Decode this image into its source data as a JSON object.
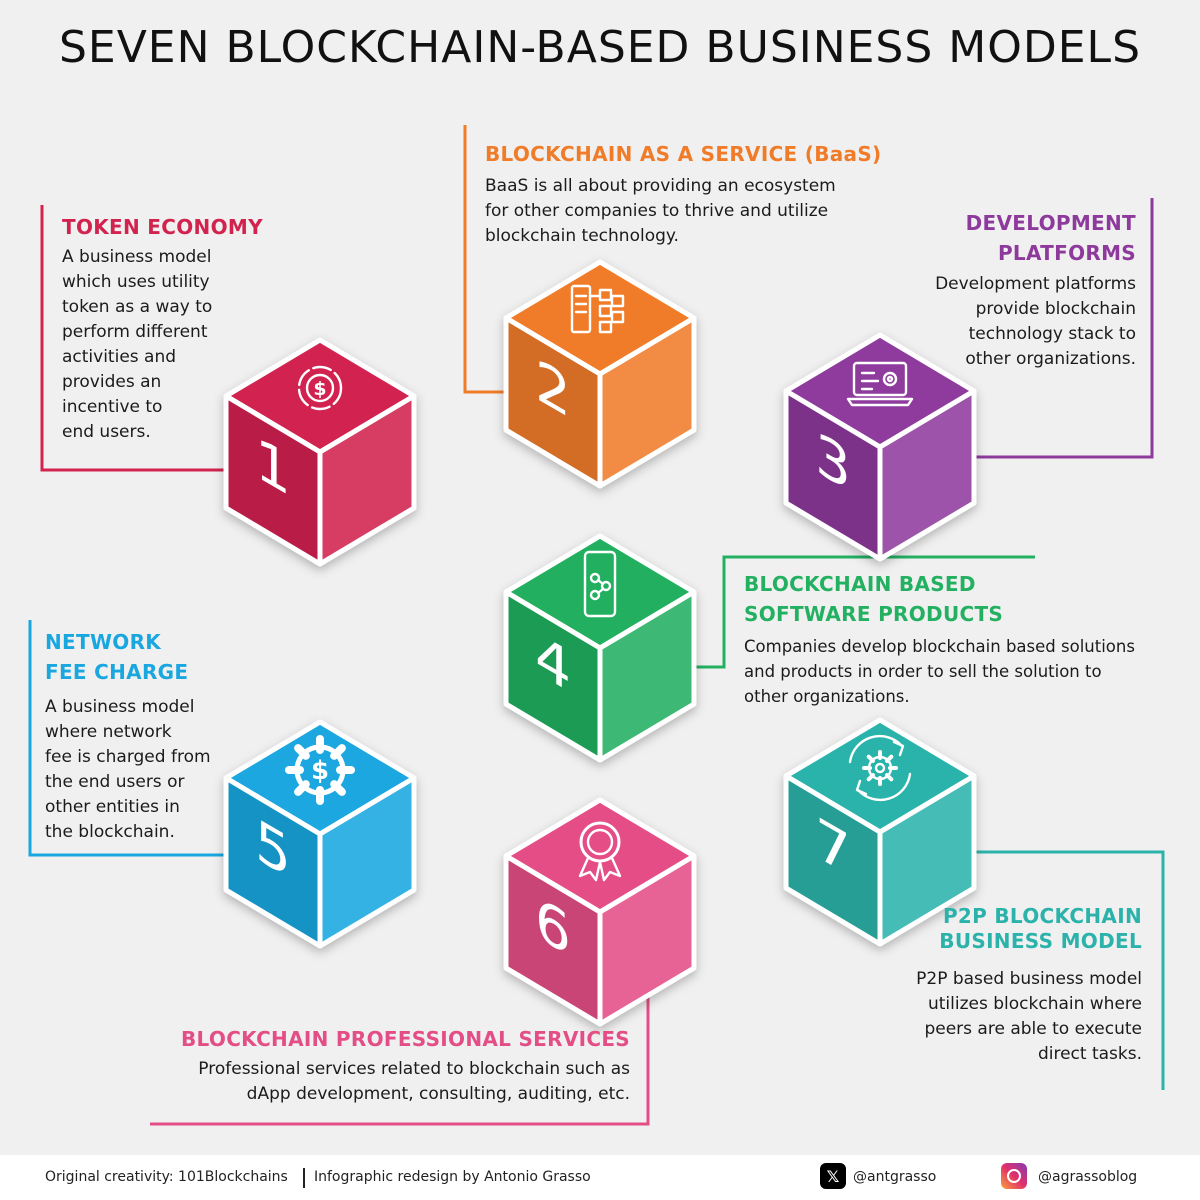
{
  "title": "SEVEN BLOCKCHAIN-BASED BUSINESS MODELS",
  "colors": {
    "token_economy": "#d2234f",
    "baas": "#f07c2a",
    "dev_platforms": "#8e3a9d",
    "software_products": "#23b061",
    "network_fee": "#1aa7e0",
    "professional_services": "#e44e86",
    "p2p": "#2bb3ab"
  },
  "models": [
    {
      "number": "1",
      "icon": "dollar-coin-icon",
      "label_lines": [
        "TOKEN ECONOMY"
      ],
      "desc_lines": [
        "A business model",
        "which uses utility",
        "token as a way to",
        "perform different",
        "activities and",
        "provides an",
        "incentive to",
        "end users."
      ]
    },
    {
      "number": "2",
      "icon": "server-blocks-icon",
      "label_lines": [
        "BLOCKCHAIN AS A SERVICE (BaaS)"
      ],
      "desc_lines": [
        "BaaS is all about providing an ecosystem",
        "for other companies to thrive and utilize",
        "blockchain technology."
      ]
    },
    {
      "number": "3",
      "icon": "laptop-gear-icon",
      "label_lines": [
        "DEVELOPMENT",
        "PLATFORMS"
      ],
      "desc_lines": [
        "Development platforms",
        "provide blockchain",
        "technology stack to",
        "other organizations."
      ]
    },
    {
      "number": "4",
      "icon": "smartphone-share-icon",
      "label_lines": [
        "BLOCKCHAIN BASED",
        "SOFTWARE PRODUCTS"
      ],
      "desc_lines": [
        "Companies develop blockchain based solutions",
        "and products in order to sell the solution to",
        "other organizations."
      ]
    },
    {
      "number": "5",
      "icon": "gear-dollar-icon",
      "label_lines": [
        "NETWORK",
        "FEE CHARGE"
      ],
      "desc_lines": [
        "A business model",
        "where network",
        "fee is charged from",
        "the end users or",
        "other entities in",
        "the blockchain."
      ]
    },
    {
      "number": "6",
      "icon": "award-ribbon-icon",
      "label_lines": [
        "BLOCKCHAIN PROFESSIONAL SERVICES"
      ],
      "desc_lines": [
        "Professional services related to blockchain such as",
        "dApp development, consulting, auditing, etc."
      ]
    },
    {
      "number": "7",
      "icon": "cycle-gear-icon",
      "label_lines": [
        "P2P BLOCKCHAIN",
        "BUSINESS MODEL"
      ],
      "desc_lines": [
        "P2P based business model",
        "utilizes blockchain where",
        "peers are able to execute",
        "direct tasks."
      ]
    }
  ],
  "footer": {
    "original_credit": "Original creativity: 101Blockchains",
    "redesign_credit": "Infographic redesign by Antonio Grasso",
    "x_handle": "@antgrasso",
    "instagram_handle": "@agrassoblog"
  }
}
